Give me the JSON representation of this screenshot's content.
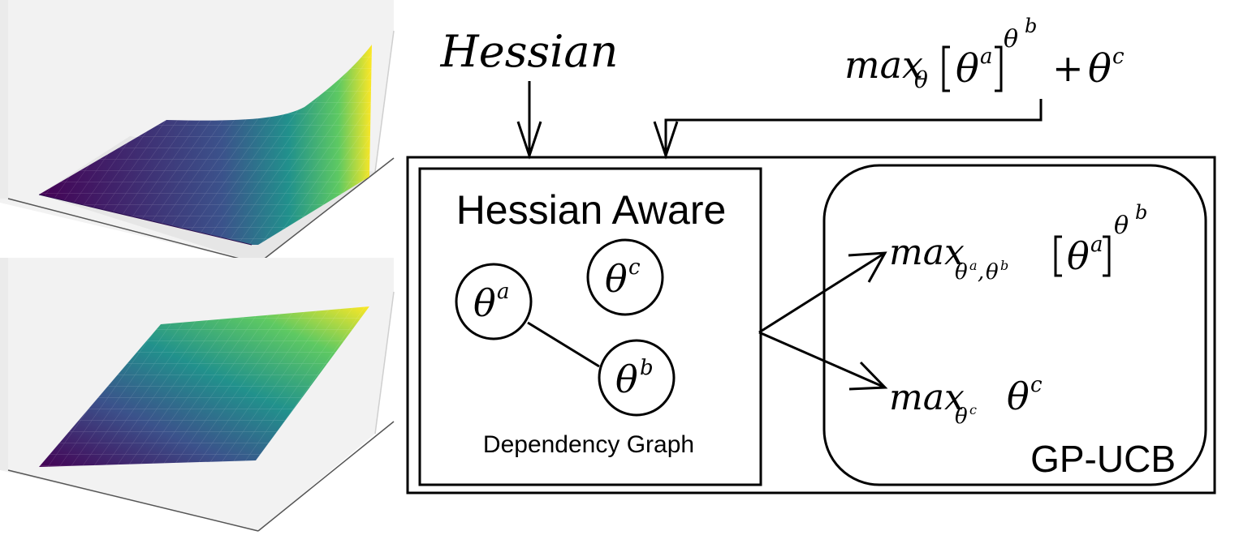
{
  "top_label": "Hessian",
  "objective": {
    "max": "max",
    "sub": "θ",
    "theta": "θ",
    "a": "a",
    "b": "b",
    "plus": "+",
    "c": "c"
  },
  "hessian_box": {
    "title": "Hessian Aware",
    "caption": "Dependency Graph",
    "nodes": [
      {
        "symbol": "θ",
        "sup": "a"
      },
      {
        "symbol": "θ",
        "sup": "c"
      },
      {
        "symbol": "θ",
        "sup": "b"
      }
    ]
  },
  "gp_box": {
    "label": "GP-UCB",
    "upper": {
      "max": "max",
      "theta": "θ",
      "a": "a",
      "b": "b",
      "comma": ","
    },
    "lower": {
      "max": "max",
      "theta": "θ",
      "c": "c"
    }
  },
  "plots": [
    {
      "colormap": [
        "#440154",
        "#3b528b",
        "#21918c",
        "#5ec962",
        "#fde725"
      ]
    },
    {
      "colormap": [
        "#440154",
        "#3b528b",
        "#21918c",
        "#5ec962",
        "#fde725"
      ]
    }
  ]
}
